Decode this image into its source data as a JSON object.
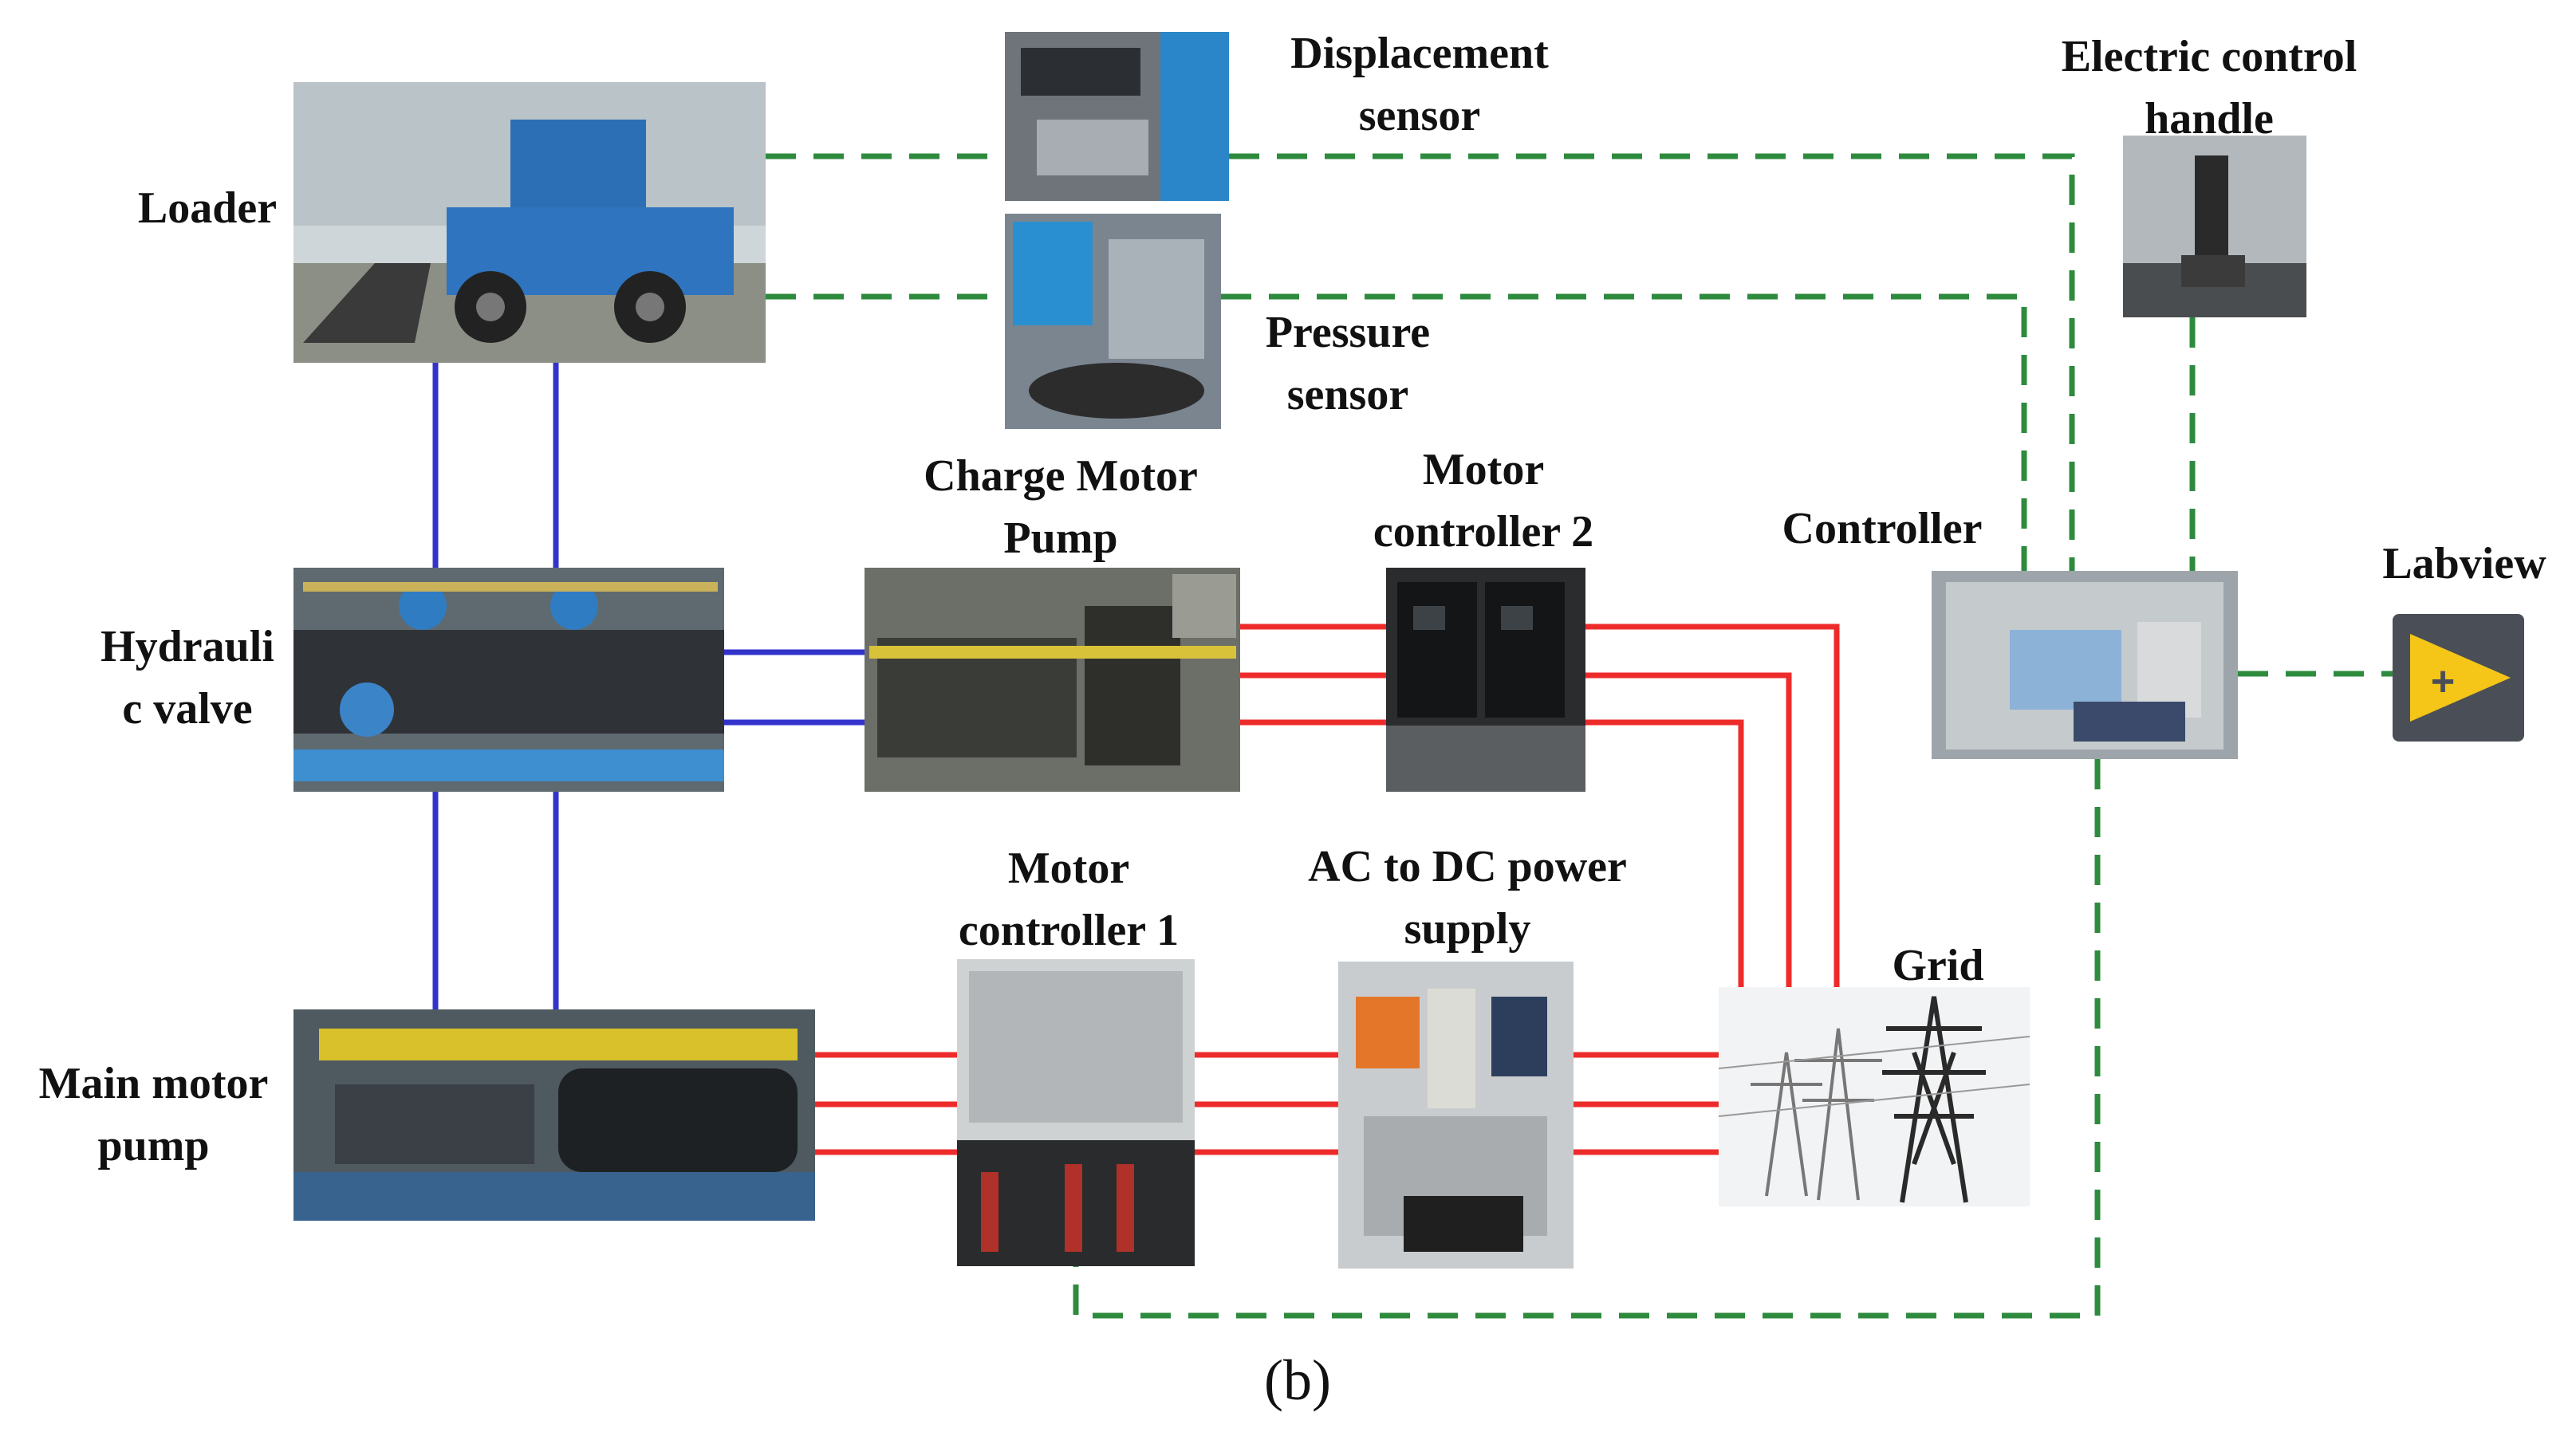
{
  "caption": "(b)",
  "components": {
    "loader": {
      "label": "Loader"
    },
    "displacement_sensor": {
      "label": "Displacement\nsensor"
    },
    "pressure_sensor": {
      "label": "Pressure\nsensor"
    },
    "electric_control_handle": {
      "label": "Electric control\nhandle"
    },
    "hydraulic_valve": {
      "label": "Hydrauli\nc valve"
    },
    "charge_motor_pump": {
      "label": "Charge Motor\nPump"
    },
    "motor_controller_2": {
      "label": "Motor\ncontroller 2"
    },
    "controller": {
      "label": "Controller"
    },
    "labview": {
      "label": "Labview",
      "icon_glyph": "+"
    },
    "main_motor_pump": {
      "label": "Main motor\npump"
    },
    "motor_controller_1": {
      "label": "Motor\ncontroller 1"
    },
    "ac_dc_power_supply": {
      "label": "AC to DC power\nsupply"
    },
    "grid": {
      "label": "Grid"
    }
  },
  "colors": {
    "hydraulic_line": "#3333cc",
    "power_line": "#ee2b2b",
    "signal_line": "#2e8b3e",
    "labview_yellow": "#f5c518",
    "labview_bg": "#4a4f57"
  },
  "icons": {
    "loader_photo": "wheel-loader-photo",
    "displacement_photo": "displacement-sensor-photo",
    "pressure_photo": "pressure-sensor-photo",
    "handle_photo": "joystick-photo",
    "valve_photo": "hydraulic-valve-photo",
    "charge_pump_photo": "charge-motor-pump-photo",
    "mc2_photo": "motor-controller-photo",
    "controller_photo": "controller-box-photo",
    "labview_icon": "labview-icon",
    "main_pump_photo": "main-motor-pump-photo",
    "mc1_photo": "motor-controller-photo",
    "acdc_photo": "power-supply-photo",
    "grid_photo": "power-tower-photo"
  }
}
